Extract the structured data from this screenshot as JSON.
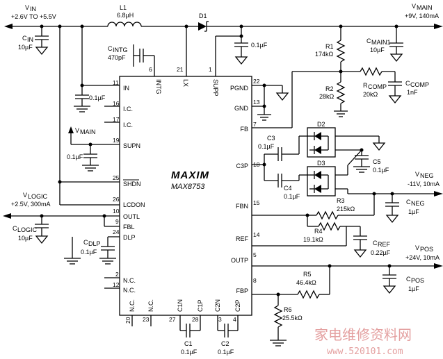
{
  "external": {
    "vin": "V",
    "vin_sub": "IN",
    "vin_range": "+2.6V TO +5.5V",
    "vmain": "V",
    "vmain_sub": "MAIN",
    "vmain_spec": "+9V, 140mA",
    "vneg": "V",
    "vneg_sub": "NEG",
    "vneg_spec": "-11V, 10mA",
    "vpos": "V",
    "vpos_sub": "POS",
    "vpos_spec": "+24V, 10mA",
    "vlogic": "V",
    "vlogic_sub": "LOGIC",
    "vlogic_spec": "+2.5V, 300mA",
    "supn_vmain": "V",
    "supn_vmain_sub": "MAIN"
  },
  "ic": {
    "brand": "MAXIM",
    "part": "MAX8753",
    "left_pins": [
      {
        "num": "11",
        "name": "IN"
      },
      {
        "num": "16",
        "name": "I.C."
      },
      {
        "num": "17",
        "name": "I.C."
      },
      {
        "num": "19",
        "name": "SUPN"
      },
      {
        "num": "25",
        "name": "SHDN"
      },
      {
        "num": "26",
        "name": "LCDON"
      },
      {
        "num": "10",
        "name": "OUTL"
      },
      {
        "num": "9",
        "name": "FBL"
      },
      {
        "num": "24",
        "name": "DLP"
      },
      {
        "num": "2",
        "name": "N.C."
      },
      {
        "num": "12",
        "name": "N.C."
      }
    ],
    "right_pins": [
      {
        "num": "22",
        "name": "PGND"
      },
      {
        "num": "13",
        "name": "GND"
      },
      {
        "num": "7",
        "name": "FB"
      },
      {
        "num": "18",
        "name": "C3P"
      },
      {
        "num": "15",
        "name": "FBN"
      },
      {
        "num": "14",
        "name": "REF"
      },
      {
        "num": "5",
        "name": "OUTP"
      },
      {
        "num": "8",
        "name": "FBP"
      }
    ],
    "top_pins": [
      {
        "num": "6",
        "name": "INTG"
      },
      {
        "num": "21",
        "name": "LX"
      },
      {
        "num": "1",
        "name": "SUPP"
      }
    ],
    "bottom_pins": [
      {
        "num": "20",
        "name": "N.C."
      },
      {
        "num": "23",
        "name": "N.C."
      },
      {
        "num": "27",
        "name": "C1N"
      },
      {
        "num": "28",
        "name": "C1P"
      },
      {
        "num": "3",
        "name": "C2N"
      },
      {
        "num": "4",
        "name": "C2P"
      }
    ]
  },
  "components": {
    "l1": {
      "ref": "L1",
      "value": "6.8µH"
    },
    "d1": {
      "ref": "D1"
    },
    "d2": {
      "ref": "D2"
    },
    "d3": {
      "ref": "D3"
    },
    "cin": {
      "ref": "C",
      "sub": "IN",
      "value": "10µF"
    },
    "cintg": {
      "ref": "C",
      "sub": "INTG",
      "value": "470pF"
    },
    "c_in_byp": {
      "value": "0.1µF"
    },
    "c_supp": {
      "value": "0.1µF"
    },
    "c_supn": {
      "value": "0.1µF"
    },
    "cmain1": {
      "ref": "C",
      "sub": "MAIN1",
      "value": "10µF"
    },
    "ccomp": {
      "ref": "C",
      "sub": "COMP",
      "value": "1nF"
    },
    "rcomp": {
      "ref": "R",
      "sub": "COMP",
      "value": "20kΩ"
    },
    "r1": {
      "ref": "R1",
      "value": "174kΩ"
    },
    "r2": {
      "ref": "R2",
      "value": "28kΩ"
    },
    "c3": {
      "ref": "C3",
      "value": "0.1µF"
    },
    "c4": {
      "ref": "C4",
      "value": "0.1µF"
    },
    "c5": {
      "ref": "C5",
      "value": "0.1µF"
    },
    "r3": {
      "ref": "R3",
      "value": "215kΩ"
    },
    "r4": {
      "ref": "R4",
      "value": "19.1kΩ"
    },
    "cneg": {
      "ref": "C",
      "sub": "NEG",
      "value": "1µF"
    },
    "cref": {
      "ref": "C",
      "sub": "REF",
      "value": "0.22µF"
    },
    "cpos": {
      "ref": "C",
      "sub": "POS",
      "value": "1µF"
    },
    "r5": {
      "ref": "R5",
      "value": "46.4kΩ"
    },
    "r6": {
      "ref": "R6",
      "value": "25.5kΩ"
    },
    "clogic": {
      "ref": "C",
      "sub": "LOGIC",
      "value": "10µF"
    },
    "cdlp": {
      "ref": "C",
      "sub": "DLP",
      "value": "0.1µF"
    },
    "c1": {
      "ref": "C1",
      "value": "0.1µF"
    },
    "c2": {
      "ref": "C2",
      "value": "0.1µF"
    }
  },
  "watermark": {
    "line1": "家电维修资料网",
    "line2": "www.520101.com"
  }
}
